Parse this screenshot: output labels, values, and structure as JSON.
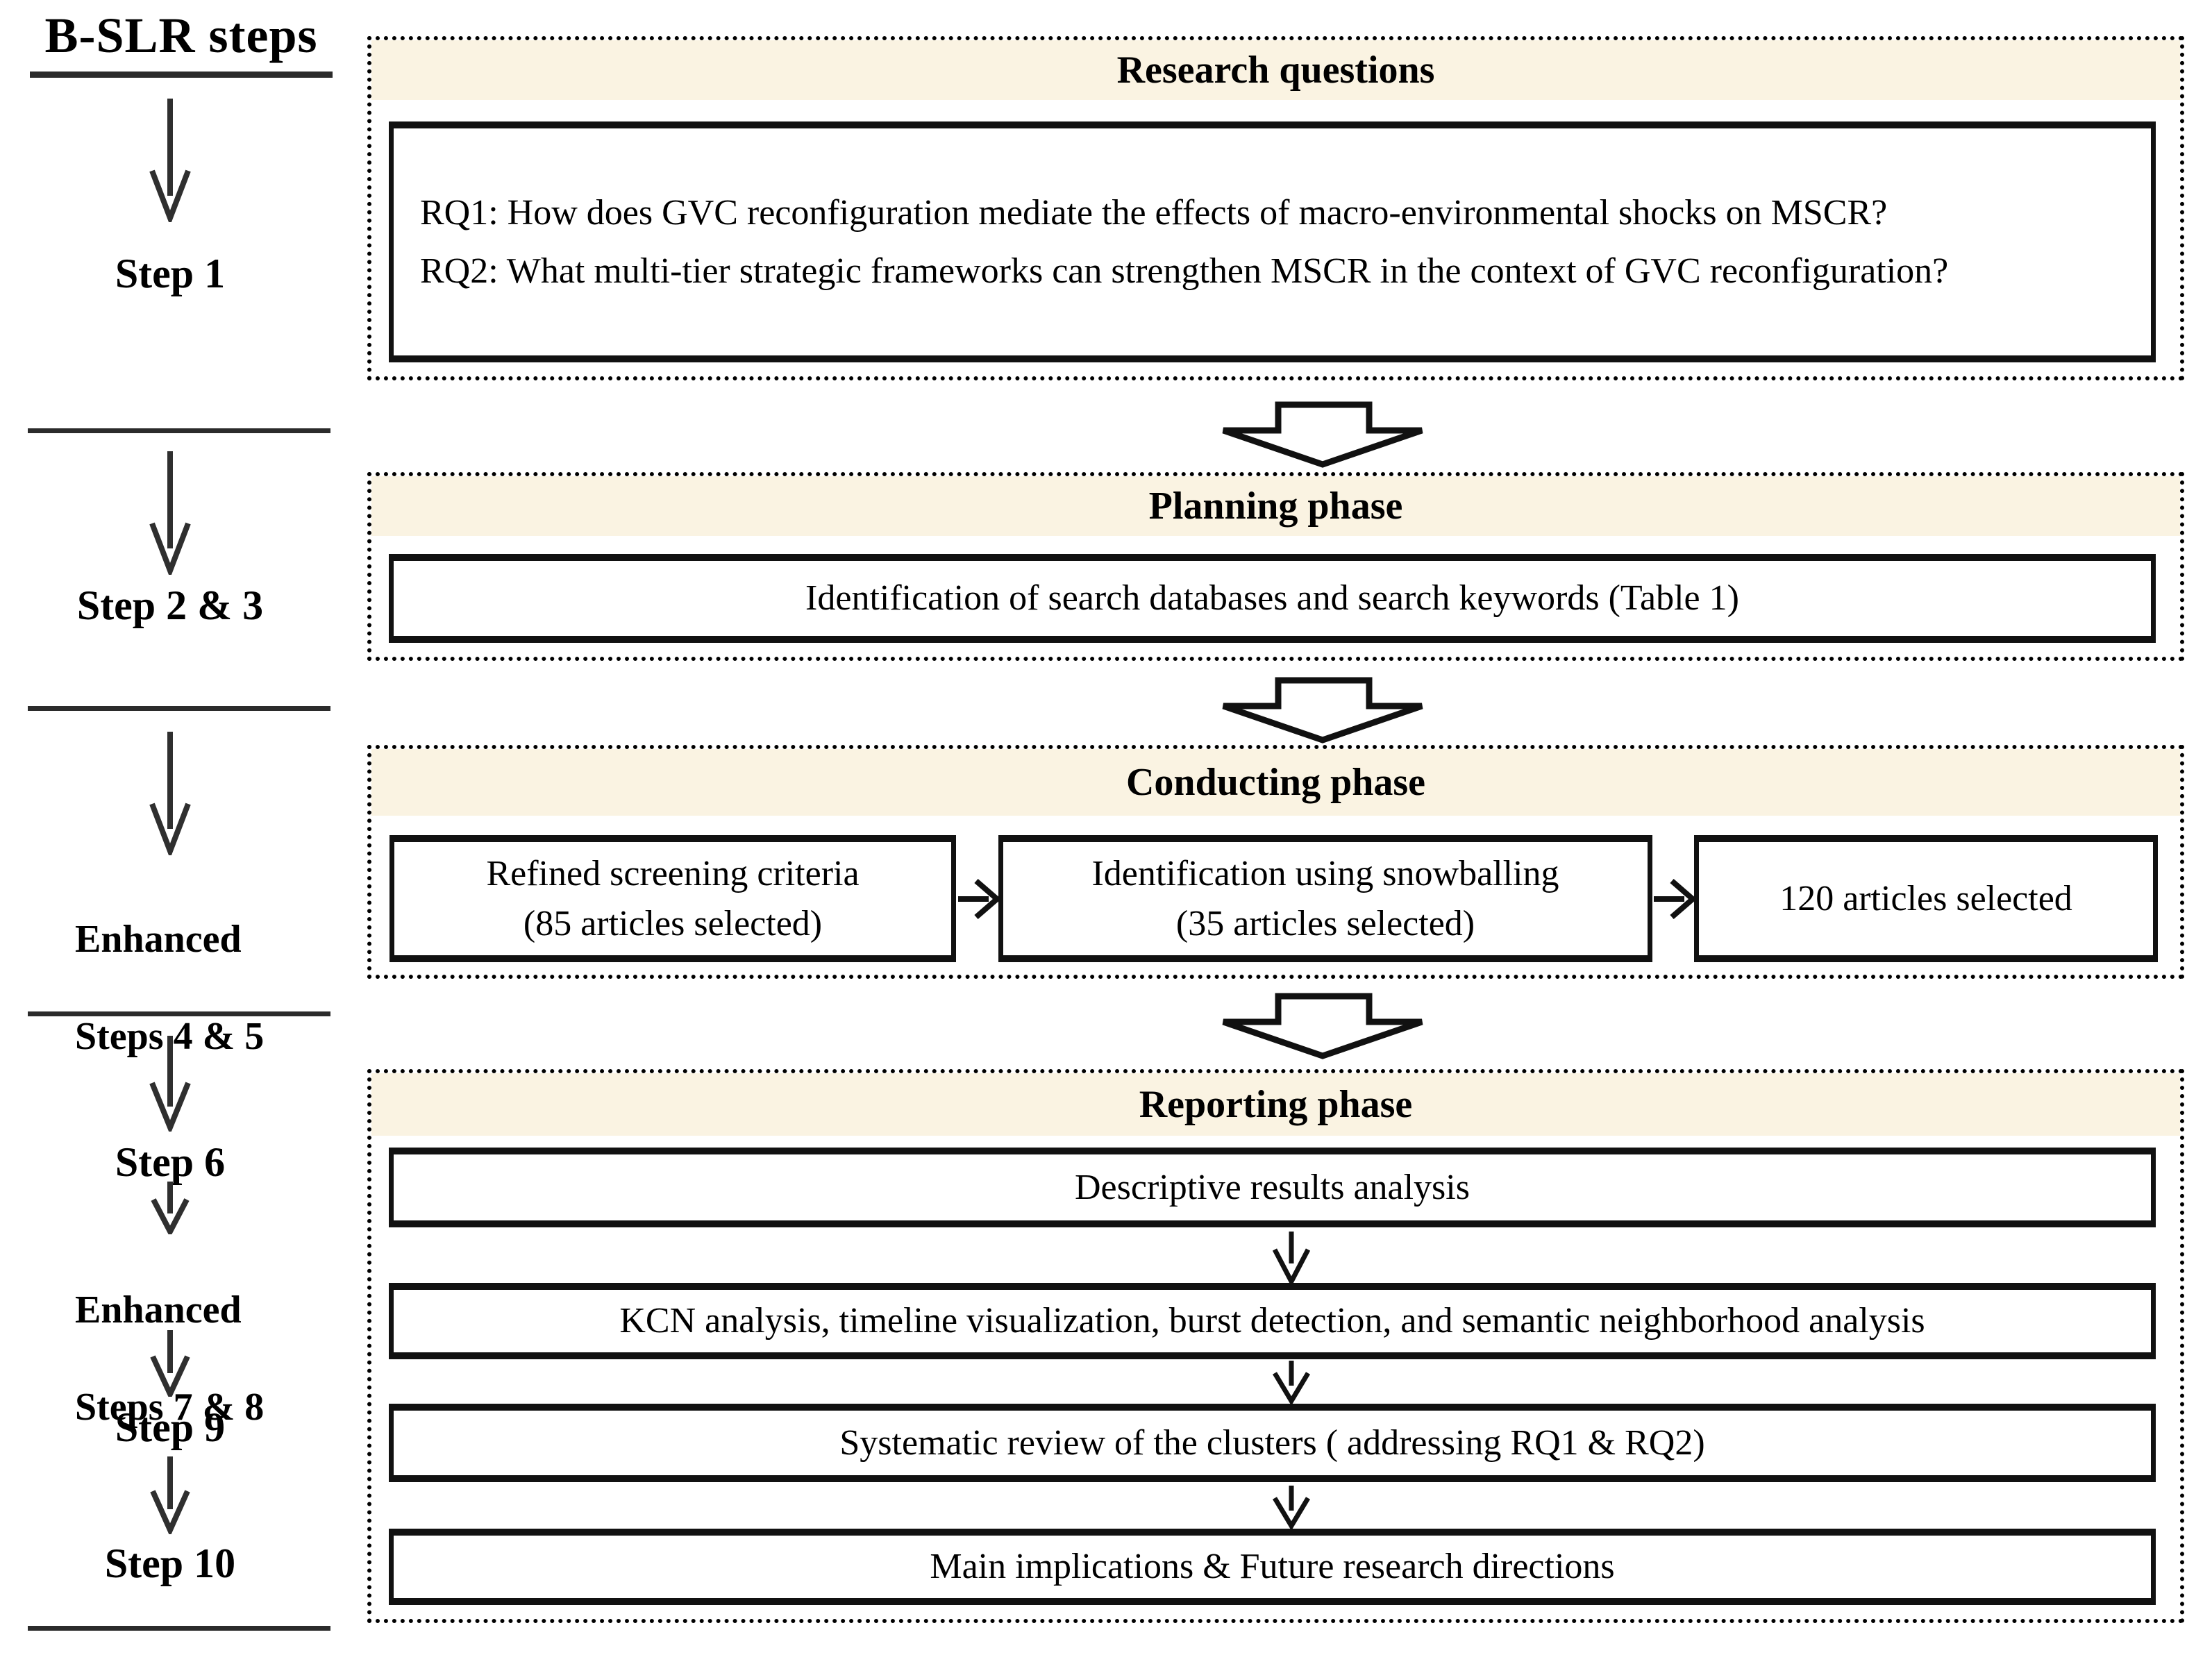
{
  "sidebar": {
    "title": "B-SLR steps",
    "steps": {
      "s1": "Step 1",
      "s23": "Step 2 & 3",
      "s45_line1": "Enhanced",
      "s45_line2": "Steps 4 & 5",
      "s6": "Step 6",
      "s78_line1": "Enhanced",
      "s78_line2": "Steps 7 & 8",
      "s9": "Step 9",
      "s10": "Step 10"
    }
  },
  "phases": {
    "research": {
      "title": "Research questions",
      "rq1": "RQ1: How does GVC reconfiguration mediate the effects of macro-environmental shocks on MSCR?",
      "rq2": "RQ2: What multi-tier strategic frameworks can strengthen MSCR in the context of GVC reconfiguration?"
    },
    "planning": {
      "title": "Planning phase",
      "item": "Identification of search databases and search keywords (Table 1)"
    },
    "conducting": {
      "title": "Conducting phase",
      "box1_line1": "Refined screening criteria",
      "box1_line2": "(85 articles selected)",
      "box2_line1": "Identification using snowballing",
      "box2_line2": "(35 articles selected)",
      "box3": "120 articles selected"
    },
    "reporting": {
      "title": "Reporting phase",
      "rows": [
        "Descriptive results analysis",
        "KCN analysis, timeline visualization, burst detection, and semantic neighborhood analysis",
        "Systematic review of the clusters ( addressing RQ1 & RQ2)",
        "Main implications & Future research directions"
      ]
    }
  },
  "colors": {
    "header_band": "#faf3e2",
    "border": "#000000",
    "text": "#000000"
  }
}
